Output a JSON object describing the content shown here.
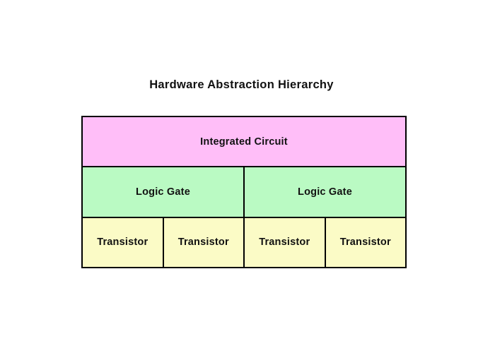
{
  "title": "Hardware Abstraction Hierarchy",
  "colors": {
    "background": "#ffffff",
    "border": "#000000",
    "text": "#111111",
    "integrated_circuit_fill": "#ffbef8",
    "logic_gate_fill": "#bafac3",
    "transistor_fill": "#fbfbc6"
  },
  "hierarchy": {
    "levels": [
      {
        "name": "integrated-circuit-level",
        "cells": [
          {
            "label": "Integrated Circuit"
          }
        ]
      },
      {
        "name": "logic-gate-level",
        "cells": [
          {
            "label": "Logic Gate"
          },
          {
            "label": "Logic Gate"
          }
        ]
      },
      {
        "name": "transistor-level",
        "cells": [
          {
            "label": "Transistor"
          },
          {
            "label": "Transistor"
          },
          {
            "label": "Transistor"
          },
          {
            "label": "Transistor"
          }
        ]
      }
    ]
  }
}
